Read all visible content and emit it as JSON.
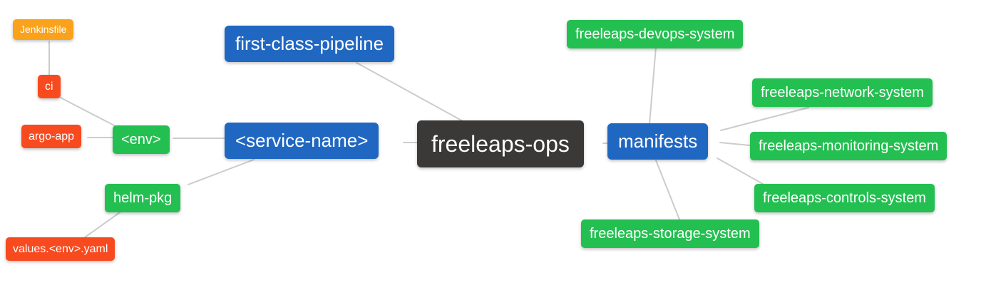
{
  "diagram_type": "mindmap",
  "colors": {
    "root_bg": "#3B3838",
    "branch_bg": "#2067C2",
    "sub_branch_bg": "#24BF51",
    "accent_bg": "#F84A1F",
    "file_bg": "#FAA21B",
    "edge": "#CCCCCC",
    "text": "#FFFFFF"
  },
  "tree": {
    "label": "freeleaps-ops",
    "children": [
      {
        "label": "first-class-pipeline",
        "children": []
      },
      {
        "label": "<service-name>",
        "children": [
          {
            "label": "<env>",
            "children": [
              {
                "label": "ci",
                "children": [
                  {
                    "label": "Jenkinsfile",
                    "children": []
                  }
                ]
              },
              {
                "label": "argo-app",
                "children": []
              }
            ]
          },
          {
            "label": "helm-pkg",
            "children": [
              {
                "label": "values.<env>.yaml",
                "children": []
              }
            ]
          }
        ]
      },
      {
        "label": "manifests",
        "children": [
          {
            "label": "freeleaps-devops-system",
            "children": []
          },
          {
            "label": "freeleaps-network-system",
            "children": []
          },
          {
            "label": "freeleaps-monitoring-system",
            "children": []
          },
          {
            "label": "freeleaps-controls-system",
            "children": []
          },
          {
            "label": "freeleaps-storage-system",
            "children": []
          }
        ]
      }
    ]
  }
}
